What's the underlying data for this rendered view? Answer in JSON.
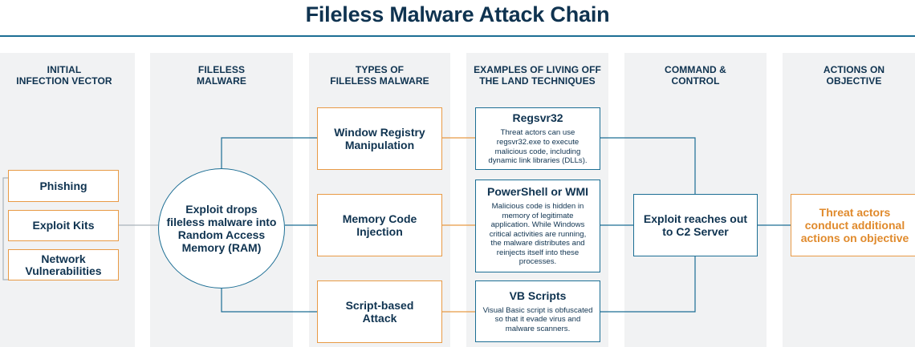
{
  "title": "Fileless Malware Attack Chain",
  "colors": {
    "navy_text": "#0f3350",
    "blue_accent": "#1c6e94",
    "orange_accent": "#e89a45",
    "column_bg": "#f1f2f3"
  },
  "columns": [
    {
      "header": "INITIAL\nINFECTION VECTOR"
    },
    {
      "header": "FILELESS\nMALWARE"
    },
    {
      "header": "TYPES OF\nFILELESS MALWARE"
    },
    {
      "header": "EXAMPLES OF LIVING OFF\nTHE LAND TECHNIQUES"
    },
    {
      "header": "COMMAND &\nCONTROL"
    },
    {
      "header": "ACTIONS ON\nOBJECTIVE"
    }
  ],
  "vectors": [
    "Phishing",
    "Exploit Kits",
    "Network\nVulnerabilities"
  ],
  "fileless_malware": "Exploit drops\nfileless malware into\nRandom Access\nMemory (RAM)",
  "types": [
    "Window Registry\nManipulation",
    "Memory Code\nInjection",
    "Script-based\nAttack"
  ],
  "techniques": [
    {
      "title": "Regsvr32",
      "desc": "Threat actors can use\nregsvr32.exe to execute\nmalicious code, including\ndynamic link libraries (DLLs)."
    },
    {
      "title": "PowerShell or WMI",
      "desc": "Malicious code is hidden in\nmemory of legitimate\napplication. While Windows\ncritical activities are running,\nthe malware distributes and\nreinjects itself into these\nprocesses."
    },
    {
      "title": "VB Scripts",
      "desc": "Visual Basic script is obfuscated\nso that it evade virus and\nmalware scanners."
    }
  ],
  "command_control": "Exploit reaches out\nto C2 Server",
  "action": "Threat actors\nconduct additional\nactions on objective"
}
